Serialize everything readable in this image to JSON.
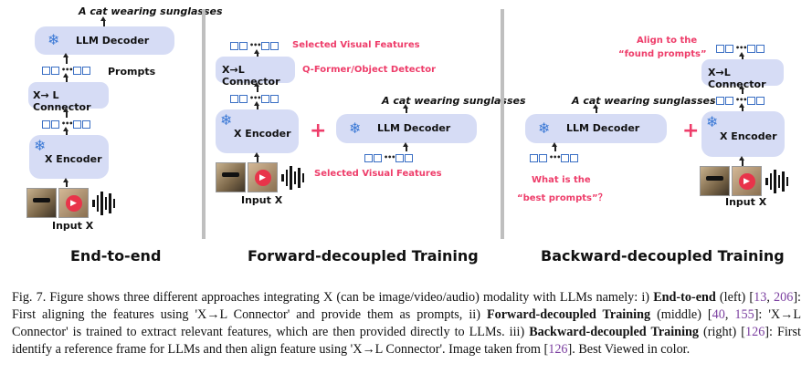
{
  "panels": {
    "left": {
      "output_text": "A cat wearing sunglasses",
      "llm_decoder": "LLM Decoder",
      "prompts": "Prompts",
      "connector": "X→ L Connector",
      "encoder": "X Encoder",
      "input": "Input X",
      "title": "End-to-end"
    },
    "middle": {
      "selected_top": "Selected Visual Features",
      "connector": "X→L Connector",
      "connector_note": "Q-Former/Object Detector",
      "output_text": "A cat wearing sunglasses",
      "encoder": "X Encoder",
      "plus": "+",
      "llm_decoder": "LLM Decoder",
      "selected_bottom": "Selected Visual Features",
      "input": "Input X",
      "title": "Forward-decoupled Training"
    },
    "right": {
      "align_line1": "Align to the",
      "align_line2": "“found prompts”",
      "connector": "X→L Connector",
      "output_text": "A cat wearing sunglasses",
      "llm_decoder": "LLM Decoder",
      "plus": "+",
      "encoder": "X Encoder",
      "best_line1": "What is the",
      "best_line2": "“best prompts”？",
      "input": "Input X",
      "title": "Backward-decoupled Training"
    }
  },
  "caption": {
    "p1": "Fig. 7.  Figure shows three different approaches integrating X (can be image/video/audio) modality with LLMs namely: i) ",
    "b1": "End-to-end",
    "p2": " (left) [",
    "r1": "13",
    "p3": ", ",
    "r2": "206",
    "p4": "]: First aligning the features using 'X→L Connector' and provide them as prompts, ii) ",
    "b2": "Forward-decoupled Training",
    "p5": " (middle) [",
    "r3": "40",
    "p6": ", ",
    "r4": "155",
    "p7": "]: 'X→L Connector' is trained to extract relevant features, which are then provided directly to LLMs. iii) ",
    "b3": "Backward-decoupled Training",
    "p8": " (right) [",
    "r5": "126",
    "p9": "]: First identify a reference frame for LLMs and then align feature using 'X→L Connector'. Image taken from [",
    "r6": "126",
    "p10": "]. Best Viewed in color."
  },
  "icons": {
    "frozen": "snowflake-icon",
    "video": "play-icon",
    "audio": "waveform-icon"
  },
  "colors": {
    "box": "#d6dcf5",
    "token": "#3a6fc4",
    "accent": "#ee3d6a",
    "snowflake": "#3d7ad6",
    "ref": "#7b3fa0"
  }
}
